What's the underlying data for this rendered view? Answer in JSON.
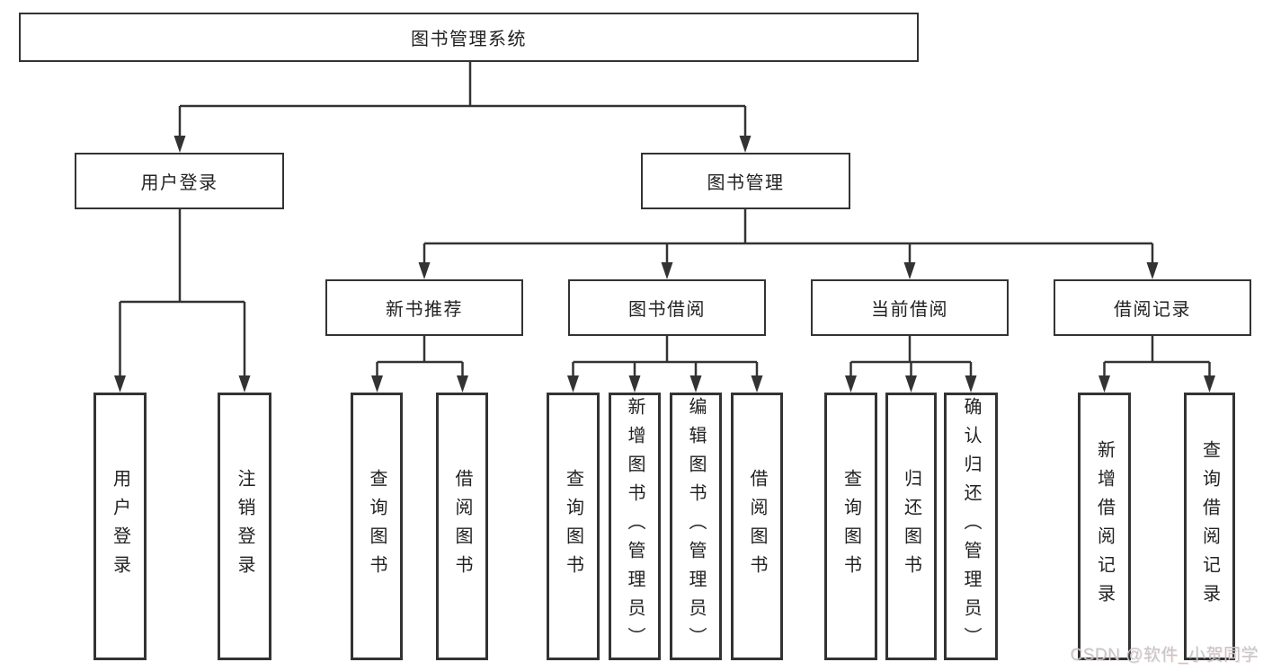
{
  "diagram": {
    "root": {
      "label": "图书管理系统"
    },
    "branches": [
      {
        "label": "用户登录",
        "children": [
          "用户登录",
          "注销登录"
        ]
      },
      {
        "label": "图书管理",
        "modules": [
          {
            "label": "新书推荐",
            "children": [
              "查询图书",
              "借阅图书"
            ]
          },
          {
            "label": "图书借阅",
            "children": [
              "查询图书",
              "新增图书（管理员）",
              "编辑图书（管理员）",
              "借阅图书"
            ]
          },
          {
            "label": "当前借阅",
            "children": [
              "查询图书",
              "归还图书",
              "确认归还（管理员）"
            ]
          },
          {
            "label": "借阅记录",
            "children": [
              "新增借阅记录",
              "查询借阅记录"
            ]
          }
        ]
      }
    ]
  },
  "watermark": "CSDN @软件_小贺同学",
  "colors": {
    "line": "#333333",
    "text": "#222222",
    "watermark": "#c3c6cc",
    "background": "#ffffff"
  }
}
